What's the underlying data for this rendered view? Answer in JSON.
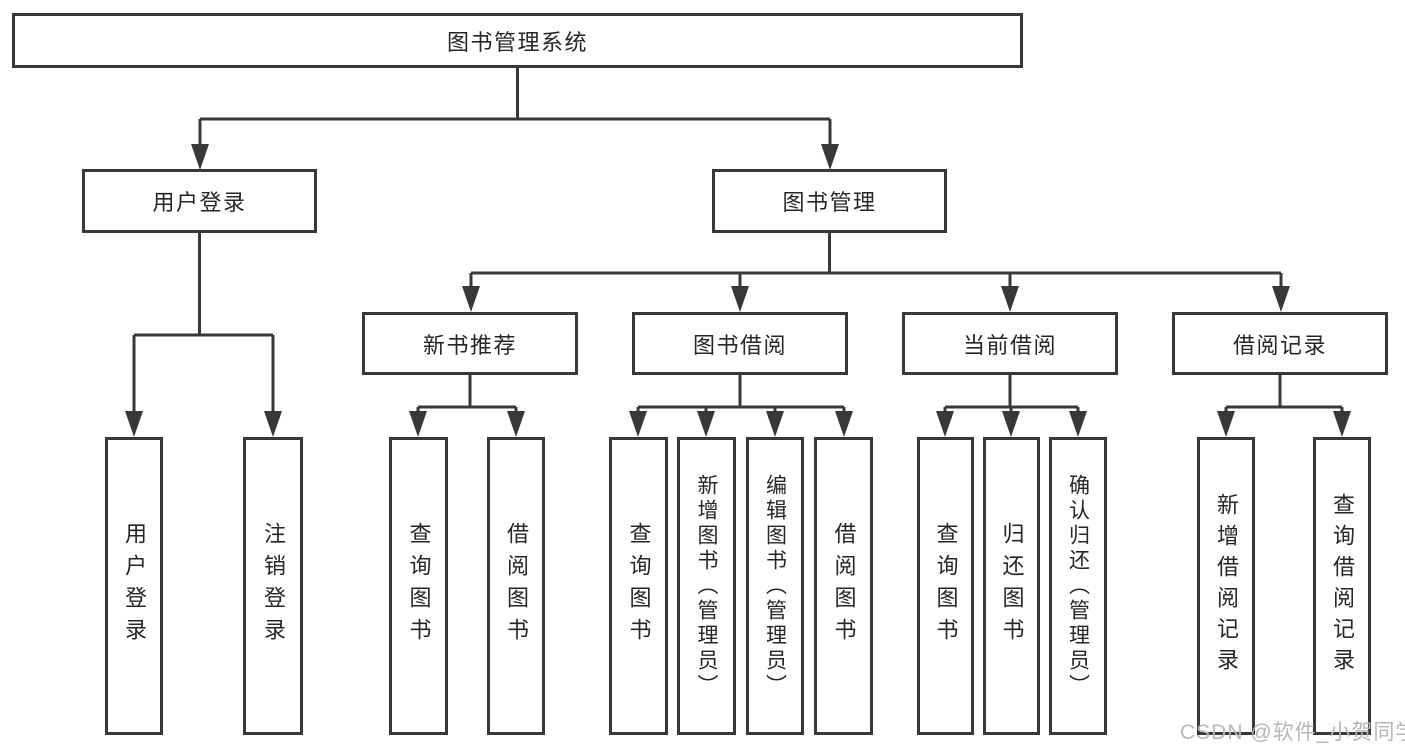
{
  "diagram": {
    "root": {
      "label": "图书管理系统"
    },
    "level1": [
      {
        "label": "用户登录"
      },
      {
        "label": "图书管理"
      }
    ],
    "level2": [
      {
        "label": "新书推荐"
      },
      {
        "label": "图书借阅"
      },
      {
        "label": "当前借阅"
      },
      {
        "label": "借阅记录"
      }
    ],
    "leaves": {
      "user": [
        "用户登录",
        "注销登录"
      ],
      "new_book": [
        "查询图书",
        "借阅图书"
      ],
      "book_borrow": [
        "查询图书",
        "新增图书（管理员）",
        "编辑图书（管理员）",
        "借阅图书"
      ],
      "current_borrow": [
        "查询图书",
        "归还图书",
        "确认归还（管理员）"
      ],
      "borrow_record": [
        "新增借阅记录",
        "查询借阅记录"
      ]
    }
  },
  "watermark": {
    "text": "CSDN @软件_小贺同学"
  },
  "colors": {
    "line": "#383838",
    "box_border": "#383838",
    "text": "#262626",
    "watermark": "#b7b7b7",
    "background": "#ffffff"
  }
}
